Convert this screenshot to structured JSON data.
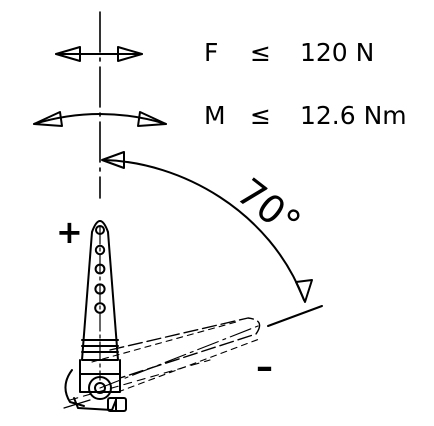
{
  "specs": {
    "force": {
      "symbol": "F",
      "relation": "≤",
      "value": "120 N"
    },
    "moment": {
      "symbol": "M",
      "relation": "≤",
      "value": "12.6 Nm"
    }
  },
  "angle": {
    "text": "70°"
  },
  "signs": {
    "plus": "+",
    "minus": "–"
  },
  "colors": {
    "ink": "#000000",
    "background": "#ffffff"
  }
}
